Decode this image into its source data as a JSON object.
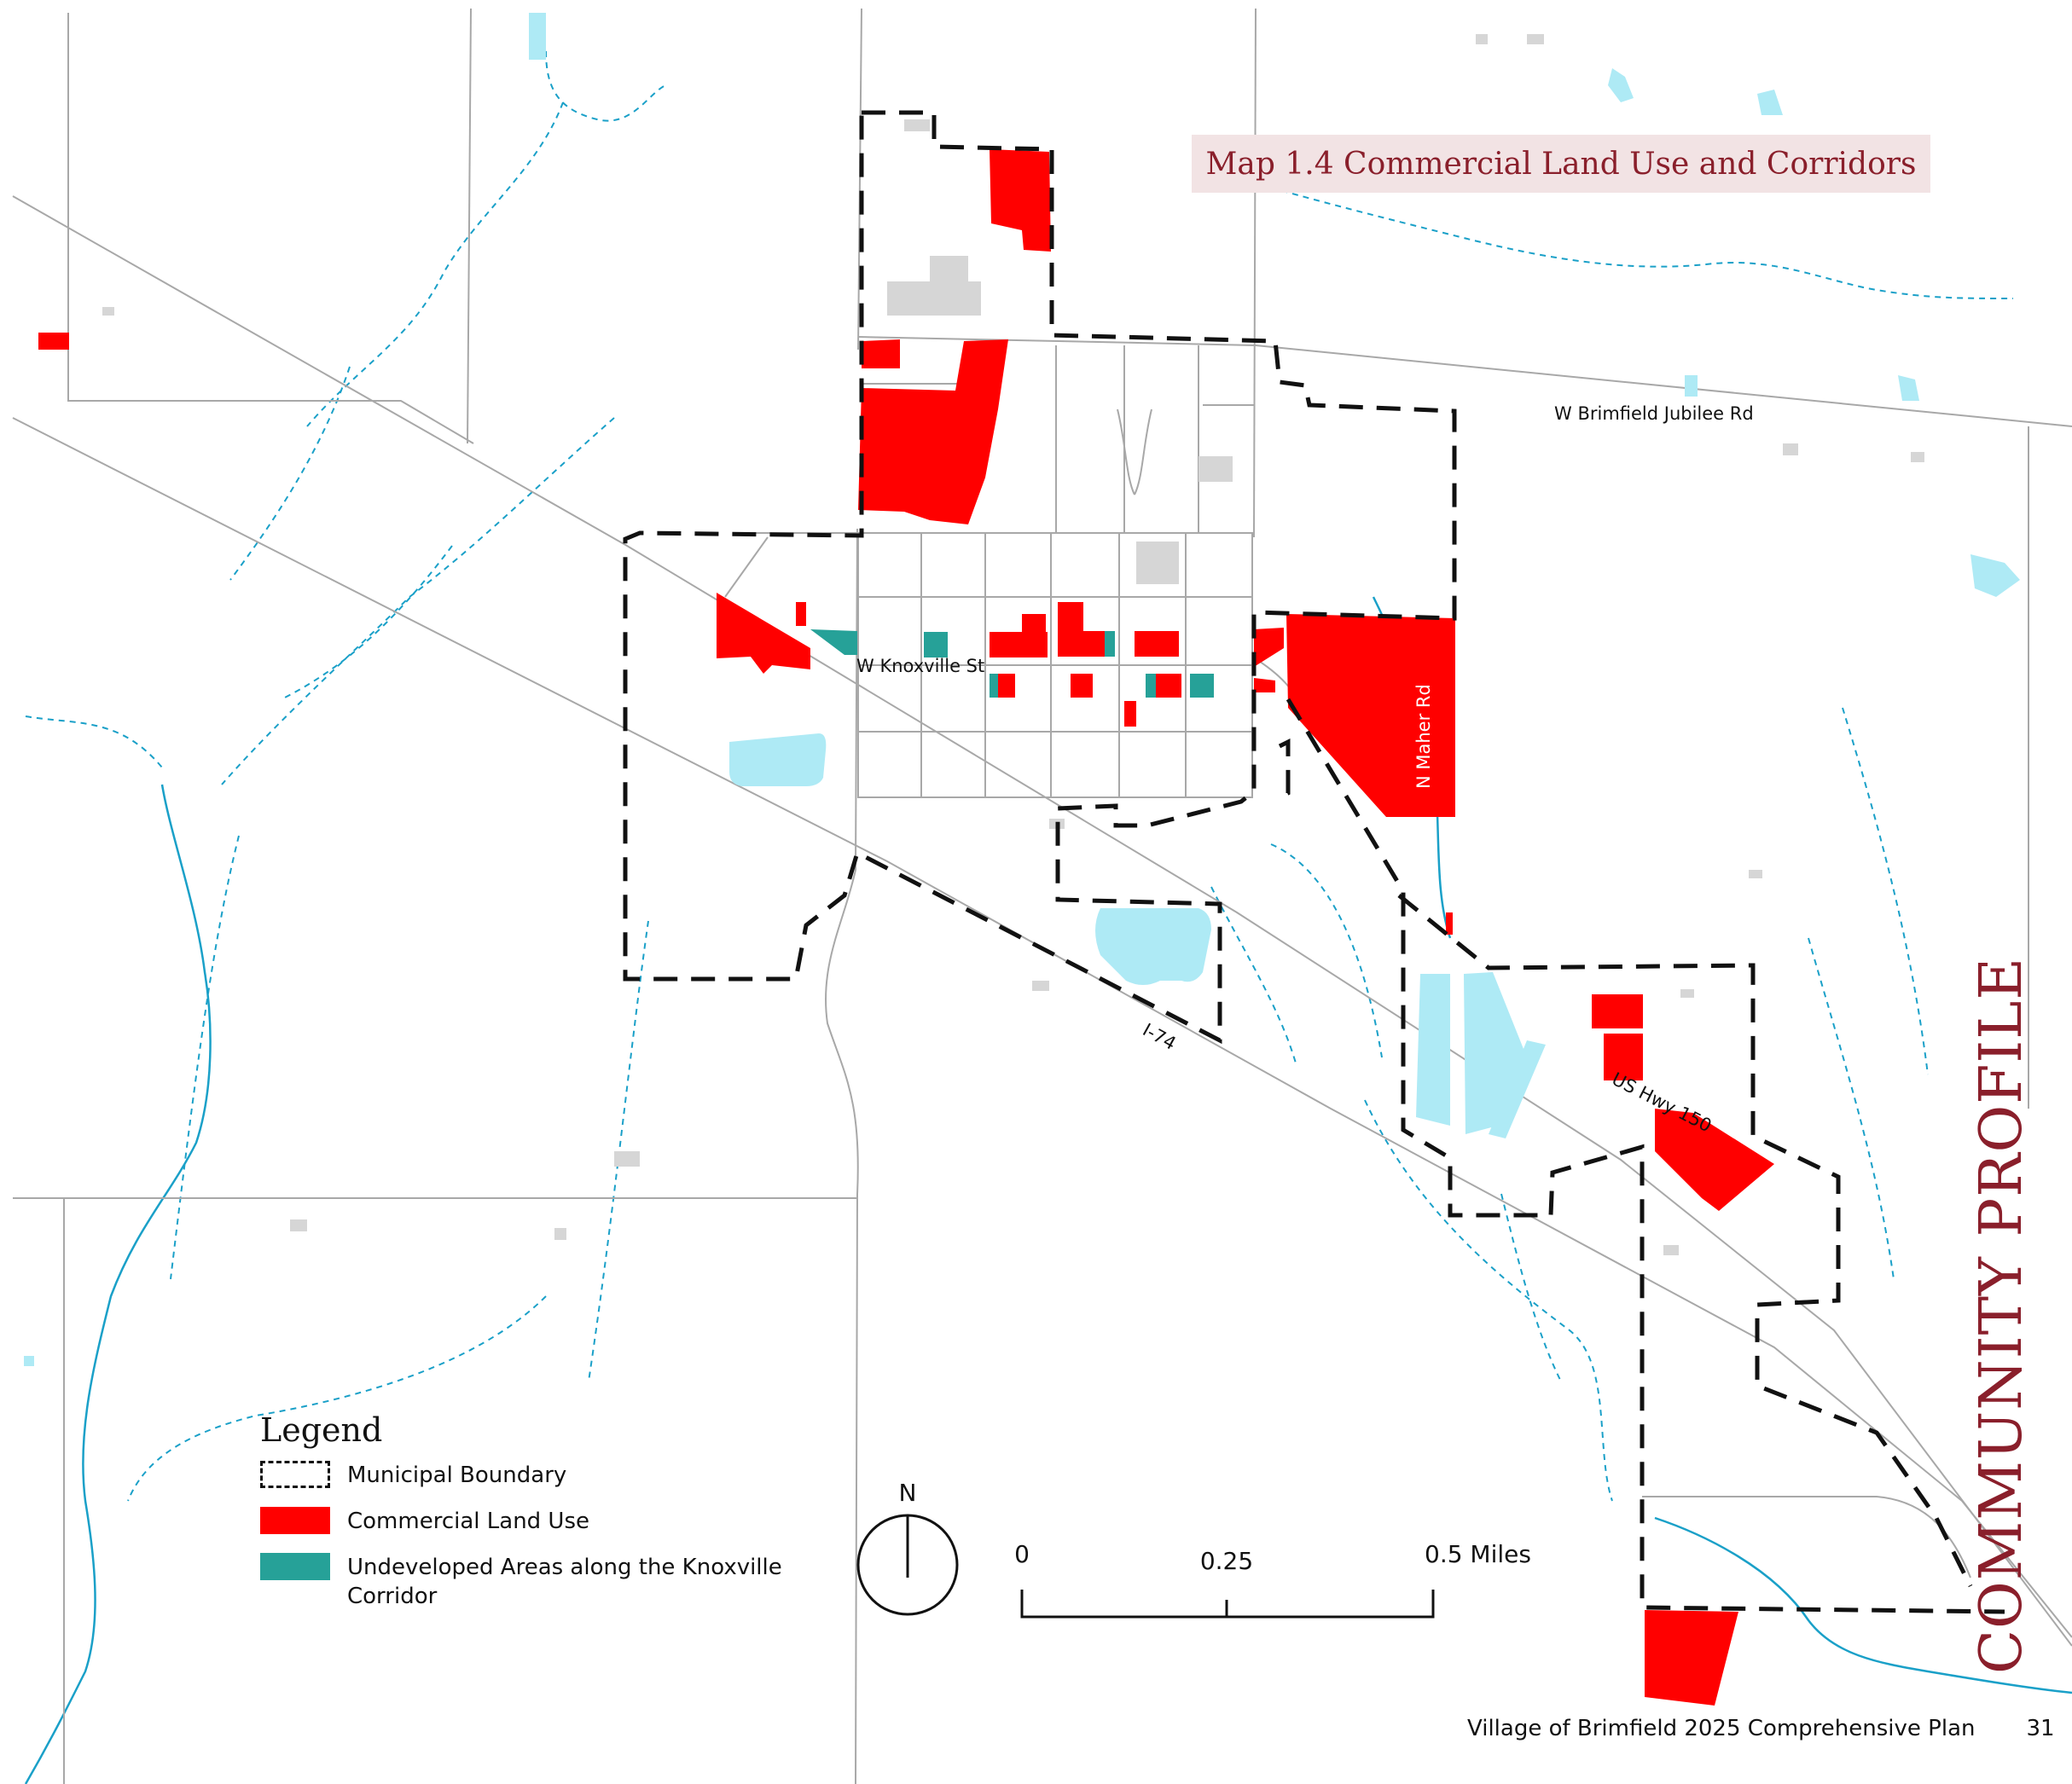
{
  "title": "Map 1.4 Commercial Land Use and Corridors",
  "side_title": "COMMUNITY PROFILE",
  "colors": {
    "commercial": "#ff0000",
    "undeveloped": "#26a198",
    "water": "#aeeaf5",
    "stream": "#1aa0c8",
    "road": "#a8a8a8",
    "boundary": "#111111",
    "accent": "#8a1f2b"
  },
  "road_labels": {
    "brimfield_jubilee": "W Brimfield Jubilee Rd",
    "knoxville": "W Knoxville St",
    "maher": "N Maher Rd",
    "i74": "I-74",
    "us150": "US Hwy 150"
  },
  "legend": {
    "title": "Legend",
    "items": [
      {
        "key": "boundary",
        "label": "Municipal Boundary"
      },
      {
        "key": "commercial",
        "label": "Commercial Land Use"
      },
      {
        "key": "undeveloped",
        "label": "Undeveloped Areas along the Knoxville Corridor"
      }
    ]
  },
  "north_arrow": "N",
  "scale_bar": {
    "labels": [
      "0",
      "0.25",
      "0.5 Miles"
    ]
  },
  "footer": {
    "text": "Village of Brimfield 2025 Comprehensive Plan",
    "page": "31"
  }
}
